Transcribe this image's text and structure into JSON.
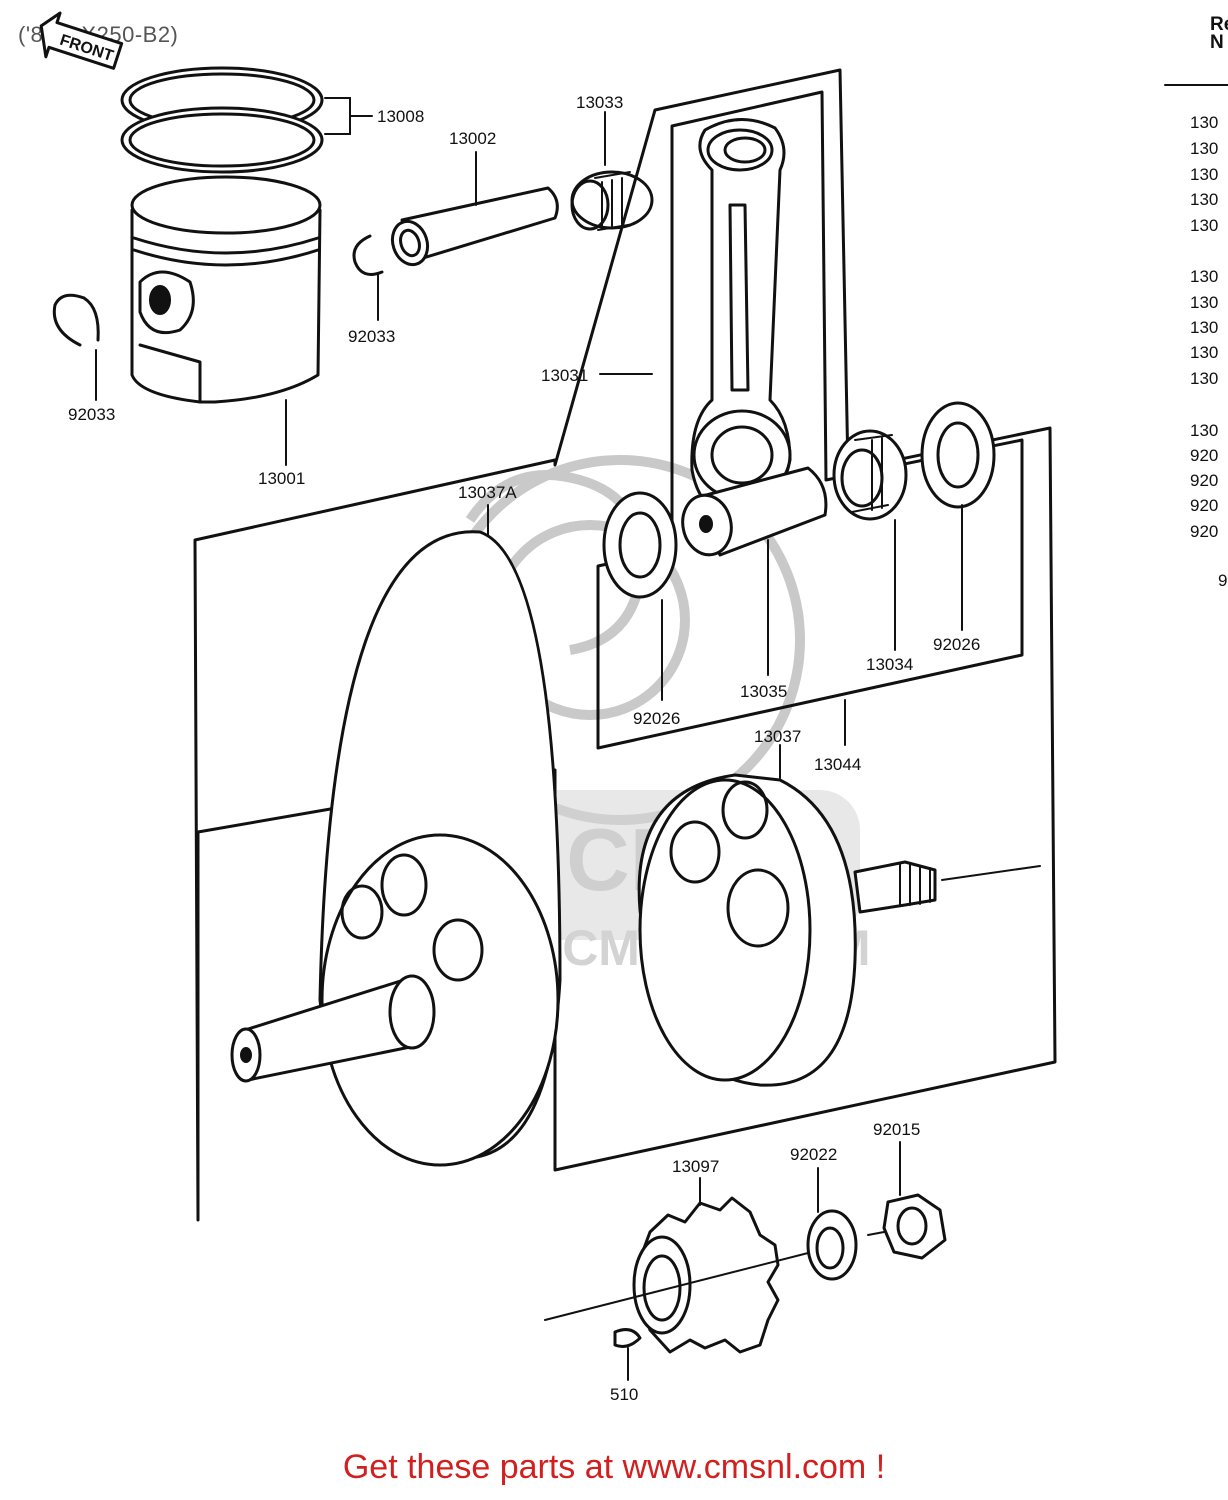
{
  "header": {
    "title": "('8  KDX250-B2)",
    "front_label": "FRONT"
  },
  "side_table": {
    "header": [
      "Re",
      "N"
    ],
    "rows": [
      "130",
      "130",
      "130",
      "130",
      "130",
      "130",
      "130",
      "130",
      "130",
      "130",
      "130",
      "920",
      "920",
      "920",
      "920",
      "9"
    ]
  },
  "watermark": {
    "text": "WWW.CMSNL.COM",
    "logo": "CMS"
  },
  "labels": {
    "rings": "13008",
    "pin": "13002",
    "small_bearing": "13033",
    "clip_right": "92033",
    "clip_left": "92033",
    "piston": "13001",
    "conrod": "13031",
    "crank_pin": "13035",
    "big_bearing": "13034",
    "washer_right": "92026",
    "washer_left": "92026",
    "conrod_kit": "13044",
    "flywheel_right": "13037",
    "flywheel_left": "13037A",
    "gear": "13097",
    "lock_washer": "92022",
    "nut": "92015",
    "key": "510"
  },
  "footer": {
    "promo": "Get these parts at www.cmsnl.com !"
  }
}
